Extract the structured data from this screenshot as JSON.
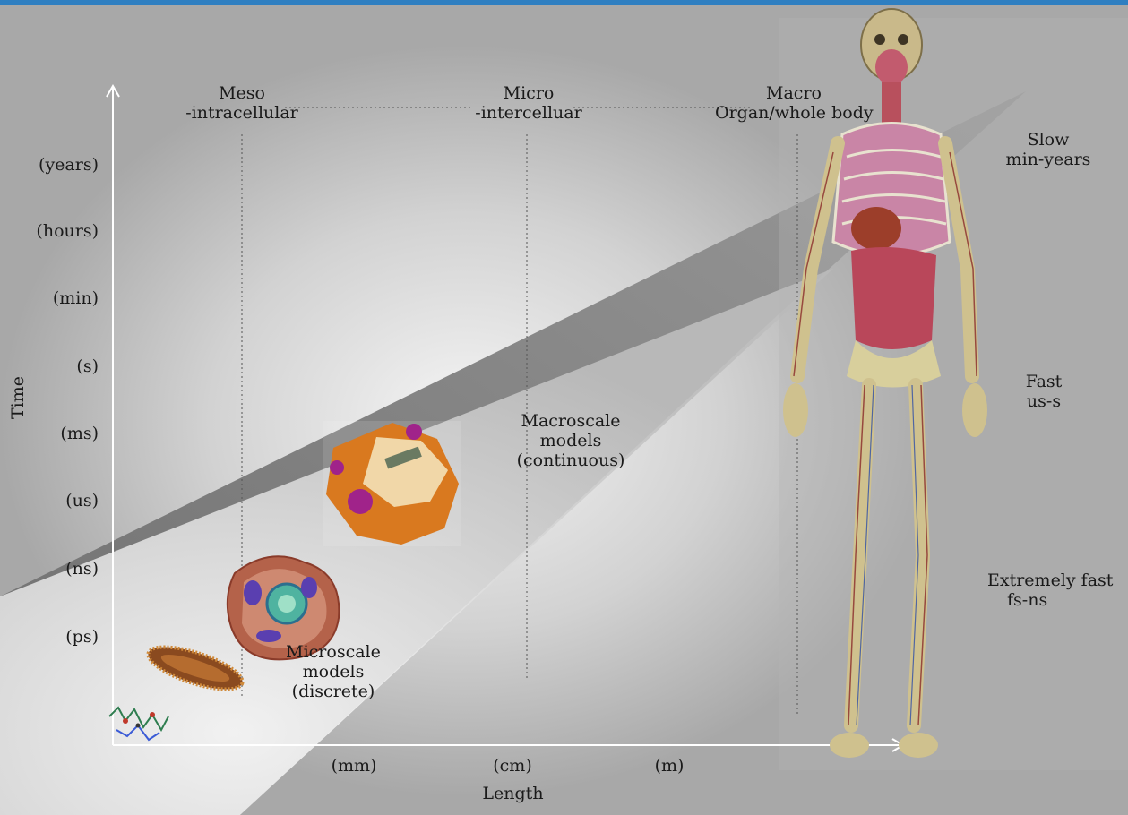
{
  "colors": {
    "top_bar": "#2f7fc1",
    "wedge_dark": "#7a7a7a",
    "wedge_light": "#f2f2f2",
    "axis": "#ffffff"
  },
  "header_labels": {
    "meso": {
      "title": "Meso",
      "subtitle": "-intracellular"
    },
    "micro": {
      "title": "Micro",
      "subtitle": "-intercelluar"
    },
    "macro": {
      "title": "Macro",
      "subtitle": "Organ/whole body"
    }
  },
  "time_axis": {
    "label": "Time",
    "ticks": [
      "(years)",
      "(hours)",
      "(min)",
      "(s)",
      "(ms)",
      "(us)",
      "(ns)",
      "(ps)"
    ]
  },
  "length_axis": {
    "label": "Length",
    "ticks": [
      "(mm)",
      "(cm)",
      "(m)"
    ]
  },
  "speed_labels": {
    "slow": {
      "title": "Slow",
      "range": "min-years"
    },
    "fast": {
      "title": "Fast",
      "range": "us-s"
    },
    "extremely_fast": {
      "title": "Extremely fast",
      "range": "fs-ns"
    }
  },
  "model_labels": {
    "macroscale": {
      "line1": "Macroscale",
      "line2": "models",
      "line3": "(continuous)"
    },
    "microscale": {
      "line1": "Microscale",
      "line2": "models",
      "line3": "(discrete)"
    }
  },
  "illustrations": [
    "molecule-icon",
    "bacterium-icon",
    "cell-icon",
    "membrane-cluster-icon",
    "human-anatomy-figure"
  ]
}
